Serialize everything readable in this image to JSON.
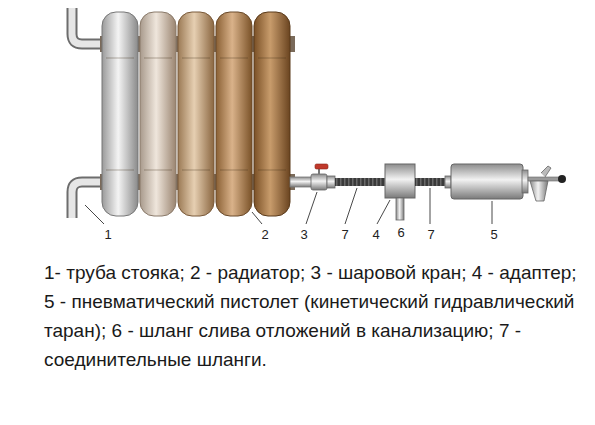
{
  "diagram": {
    "caption": "1- труба стояка; 2 - радиатор; 3 - шаровой кран; 4 - адаптер; 5 - пневматический пистолет (кинетический гидравлический таран); 6 - шланг слива отложений в канализацию; 7 - соединительные шланги.",
    "labels": [
      "1",
      "2",
      "3",
      "7",
      "4",
      "6",
      "7",
      "5"
    ]
  }
}
